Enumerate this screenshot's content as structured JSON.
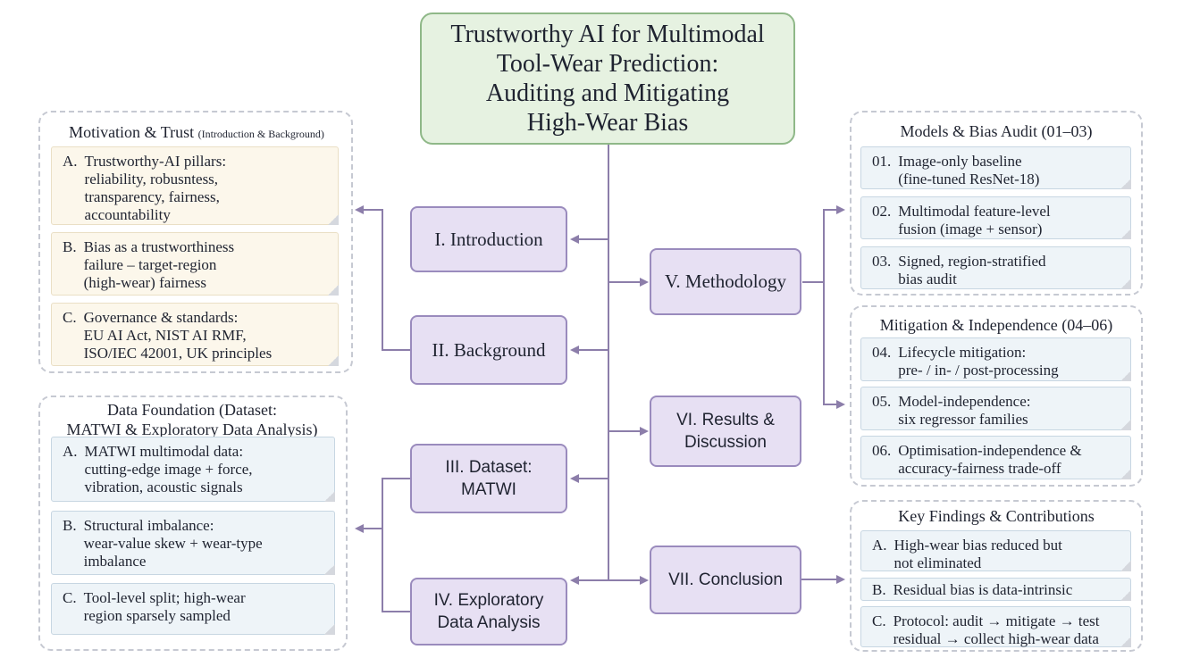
{
  "title": "Trustworthy AI for Multimodal\nTool-Wear Prediction:\nAuditing and Mitigating\nHigh-Wear Bias",
  "sections": {
    "introduction": "I. Introduction",
    "background": "II. Background",
    "dataset": "III. Dataset:\nMATWI",
    "eda": "IV. Exploratory\nData Analysis",
    "methodology": "V. Methodology",
    "results": "VI. Results &\nDiscussion",
    "conclusion": "VII. Conclusion"
  },
  "motivation": {
    "title": "Motivation & Trust",
    "subtitle": "(Introduction & Background)",
    "items": [
      {
        "mark": "A.",
        "text": "Trustworthy-AI pillars:\nreliability, robusntess,\ntransparency, fairness,\naccountability"
      },
      {
        "mark": "B.",
        "text": "Bias as a trustworthiness\nfailure – target-region\n(high-wear) fairness"
      },
      {
        "mark": "C.",
        "text": "Governance & standards:\nEU AI Act, NIST AI RMF,\nISO/IEC 42001, UK principles"
      }
    ]
  },
  "data_foundation": {
    "title": "Data Foundation (Dataset:\nMATWI & Exploratory Data Analysis)",
    "items": [
      {
        "mark": "A.",
        "text": "MATWI multimodal data:\ncutting-edge image + force,\nvibration, acoustic signals"
      },
      {
        "mark": "B.",
        "text": "Structural imbalance:\nwear-value skew + wear-type\nimbalance"
      },
      {
        "mark": "C.",
        "text": "Tool-level split; high-wear\nregion sparsely sampled"
      }
    ]
  },
  "models_audit": {
    "title": "Models & Bias Audit (01–03)",
    "items": [
      {
        "mark": "01.",
        "text": "Image-only baseline\n(fine-tuned ResNet-18)"
      },
      {
        "mark": "02.",
        "text": "Multimodal feature-level\nfusion (image + sensor)"
      },
      {
        "mark": "03.",
        "text": "Signed, region-stratified\nbias audit"
      }
    ]
  },
  "mitigation": {
    "title": "Mitigation & Independence (04–06)",
    "items": [
      {
        "mark": "04.",
        "text": "Lifecycle mitigation:\npre- / in- / post-processing"
      },
      {
        "mark": "05.",
        "text": "Model-independence:\nsix regressor families"
      },
      {
        "mark": "06.",
        "text": "Optimisation-independence &\naccuracy-fairness trade-off"
      }
    ]
  },
  "findings": {
    "title": "Key Findings & Contributions",
    "items": [
      {
        "mark": "A.",
        "text": "High-wear bias reduced but\nnot eliminated"
      },
      {
        "mark": "B.",
        "text": "Residual bias is data-intrinsic"
      },
      {
        "mark": "C.",
        "text": "Protocol: audit → mitigate → test\nresidual → collect high-wear data"
      }
    ]
  },
  "colors": {
    "title_fill": "#e6f2e1",
    "section_fill": "#e7e0f3",
    "connector": "#8c7eaa",
    "cream_card": "#fcf7eb",
    "blue_card": "#eef4f8"
  }
}
